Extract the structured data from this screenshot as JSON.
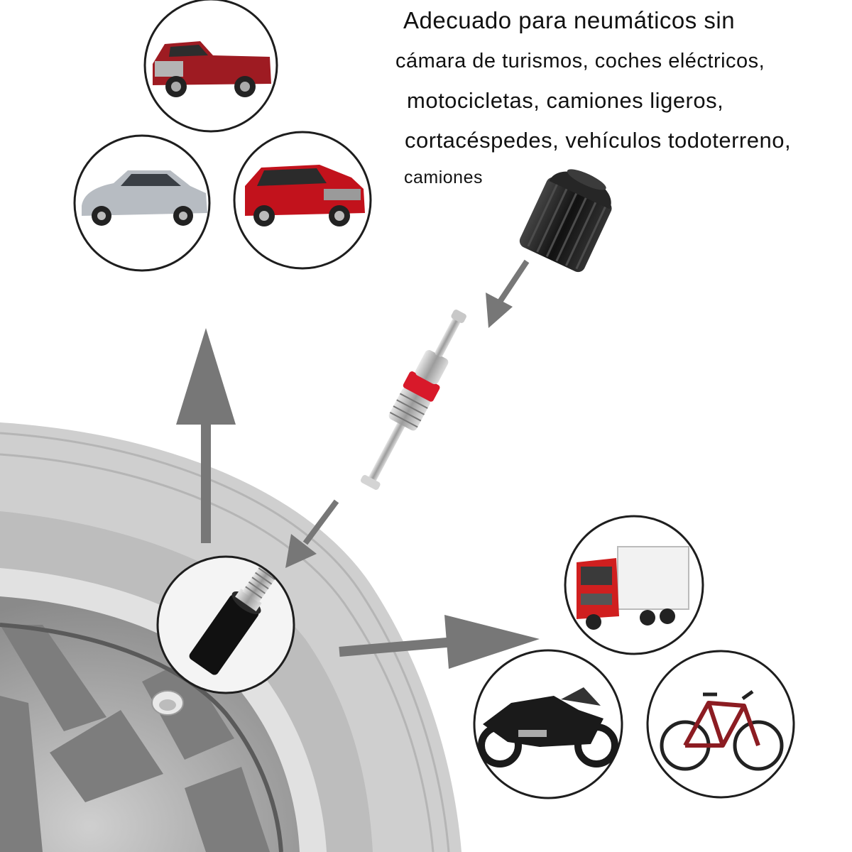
{
  "caption": {
    "line1": "Adecuado para neumáticos sin",
    "line2": "cámara de turismos, coches eléctricos,",
    "line3": "motocicletas, camiones ligeros,",
    "line4": "cortacéspedes, vehículos todoterreno,",
    "line5": "camiones"
  },
  "colors": {
    "arrow": "#777777",
    "tire": "#c8c8c8",
    "tire_dark": "#8a8a8a",
    "rim": "#a6a6a6",
    "valve_red": "#d8192a",
    "valve_metal": "#b9b9b9",
    "cap": "#1c1c1c",
    "circle_border": "#222222",
    "pickup_body": "#9e1b22",
    "sedan_body": "#b7bcc2",
    "suv_body": "#c2121c",
    "truck_cab": "#d01f1f",
    "truck_box": "#f2f2f2",
    "motorcycle_body": "#1a1a1a",
    "bicycle_frame": "#8c1c22"
  },
  "icons": [
    "pickup-truck-icon",
    "sedan-car-icon",
    "suv-icon",
    "delivery-truck-icon",
    "motorcycle-icon",
    "bicycle-icon",
    "valve-cap-icon",
    "valve-core-icon",
    "valve-stem-icon"
  ]
}
